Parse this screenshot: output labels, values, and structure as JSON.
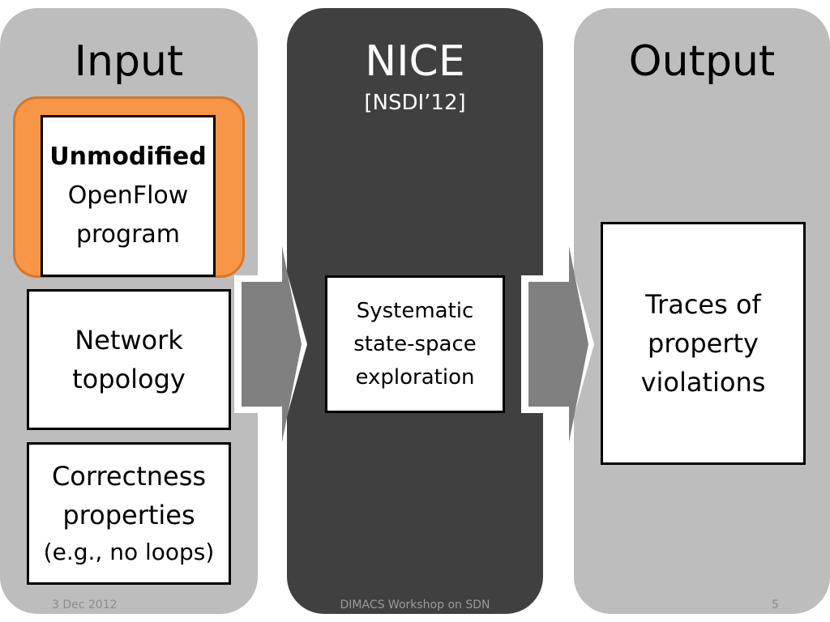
{
  "input": {
    "title": "Input",
    "program": {
      "line1": "Unmodified",
      "line2": "OpenFlow",
      "line3": "program"
    },
    "topology": {
      "line1": "Network",
      "line2": "topology"
    },
    "properties": {
      "line1": "Correctness",
      "line2": "properties",
      "line3": "(e.g., no loops)"
    }
  },
  "nice": {
    "title": "NICE",
    "subtitle": "[NSDI’12]",
    "exploration": {
      "line1": "Systematic",
      "line2": "state-space",
      "line3": "exploration"
    }
  },
  "output": {
    "title": "Output",
    "traces": {
      "line1": "Traces of",
      "line2": "property",
      "line3": "violations"
    }
  },
  "footer": {
    "date": "3 Dec 2012",
    "event": "DIMACS Workshop on SDN",
    "page": "5"
  },
  "colors": {
    "panel_light": "#bdbdbd",
    "panel_dark": "#404040",
    "highlight": "#f79646",
    "arrow": "#808080"
  }
}
